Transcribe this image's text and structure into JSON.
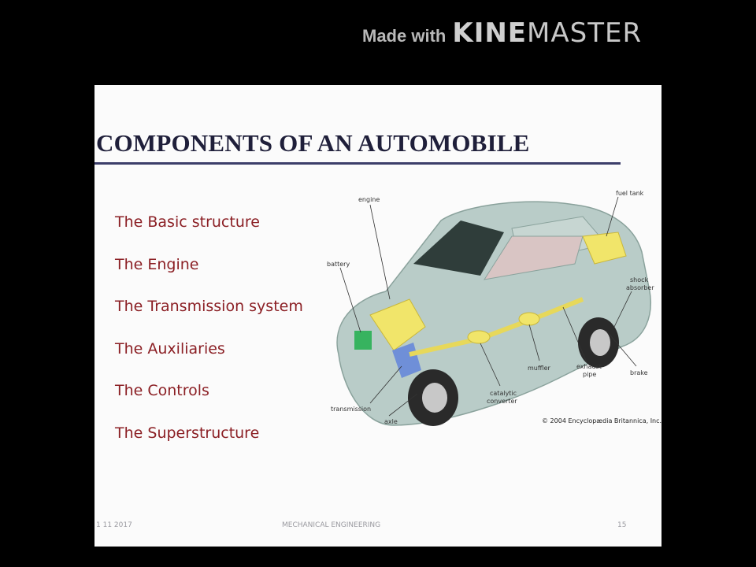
{
  "watermark": {
    "made_with": "Made with",
    "brand_kine": "KINE",
    "brand_master": "MASTER"
  },
  "slide": {
    "title": "COMPONENTS OF AN AUTOMOBILE",
    "items": [
      "The Basic structure",
      "The Engine",
      "The Transmission system",
      "The Auxiliaries",
      "The Controls",
      "The Superstructure"
    ],
    "diagram_labels": {
      "engine": "engine",
      "fuel_tank": "fuel tank",
      "battery": "battery",
      "shock_absorber_1": "shock",
      "shock_absorber_2": "absorber",
      "brake": "brake",
      "muffler": "muffler",
      "exhaust_pipe_1": "exhaust",
      "exhaust_pipe_2": "pipe",
      "catalytic_converter_1": "catalytic",
      "catalytic_converter_2": "converter",
      "transmission": "transmission",
      "axle": "axle"
    },
    "copyright": "© 2004 Encyclopædia Britannica, Inc.",
    "footer": {
      "left": "1 11 2017",
      "center": "MECHANICAL ENGINEERING",
      "right": "15"
    }
  },
  "colors": {
    "background": "#000000",
    "slide_bg": "#fbfbfb",
    "title": "#1f1f3a",
    "list_text": "#8b1f24",
    "car_body": "#b9ccc8",
    "components": "#f1e56a"
  }
}
